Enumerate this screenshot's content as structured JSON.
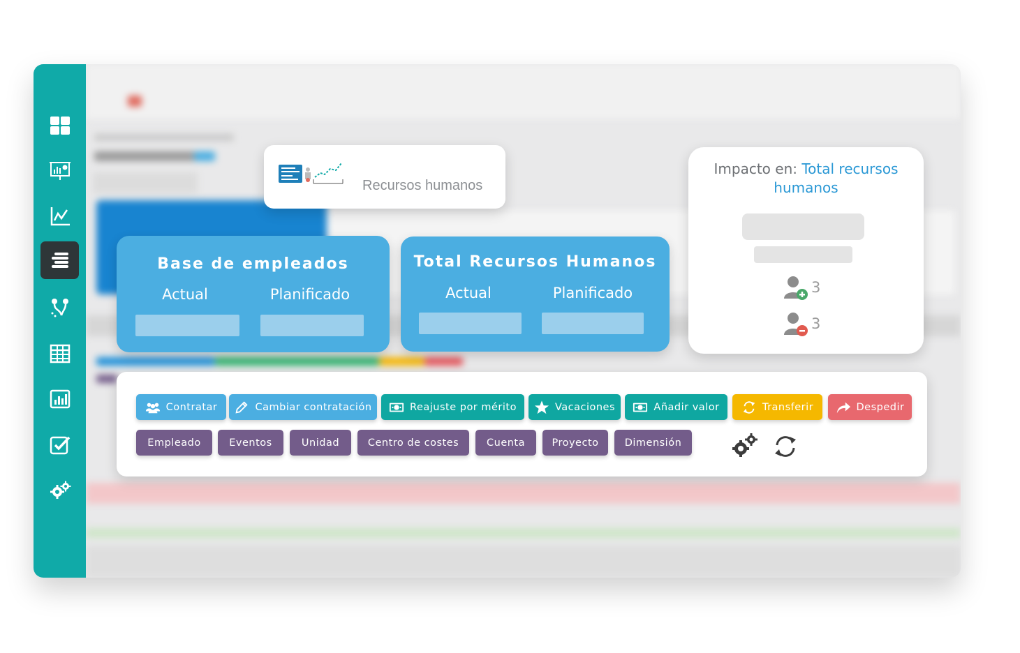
{
  "sidebar": {
    "items": [
      {
        "icon": "dashboard-icon"
      },
      {
        "icon": "presentation-icon"
      },
      {
        "icon": "line-chart-icon"
      },
      {
        "icon": "stack-icon",
        "active": true
      },
      {
        "icon": "branch-icon"
      },
      {
        "icon": "table-icon"
      },
      {
        "icon": "bar-report-icon"
      },
      {
        "icon": "checklist-icon"
      },
      {
        "icon": "settings-icon"
      }
    ]
  },
  "title_card": {
    "title": "Recursos humanos",
    "logo": "hr-planning-logo"
  },
  "kpis": [
    {
      "title": "Base de empleados",
      "actual_label": "Actual",
      "planned_label": "Planificado"
    },
    {
      "title": "Total Recursos Humanos",
      "actual_label": "Actual",
      "planned_label": "Planificado"
    }
  ],
  "impact": {
    "prefix": "Impacto en: ",
    "target": "Total recursos humanos",
    "added_count": "3",
    "removed_count": "3"
  },
  "actions": [
    {
      "label": "Contratar",
      "icon": "users-icon"
    },
    {
      "label": "Cambiar contratación",
      "icon": "pencil-icon"
    },
    {
      "label": "Reajuste por mérito",
      "icon": "money-icon"
    },
    {
      "label": "Vacaciones",
      "icon": "star-icon"
    },
    {
      "label": "Añadir valor",
      "icon": "money-icon"
    },
    {
      "label": "Transferir",
      "icon": "sync-icon"
    },
    {
      "label": "Despedir",
      "icon": "share-arrow-icon"
    }
  ],
  "dimensions": [
    "Empleado",
    "Eventos",
    "Unidad",
    "Centro de costes",
    "Cuenta",
    "Proyecto",
    "Dimensión"
  ],
  "colors": {
    "sidebar": "#10aaa8",
    "kpi": "#4baee1",
    "teal_button": "#0fa7a1",
    "yellow_button": "#f5b800",
    "red_button": "#e8686e",
    "purple_button": "#735c8a",
    "accent_text": "#2a98d5"
  }
}
